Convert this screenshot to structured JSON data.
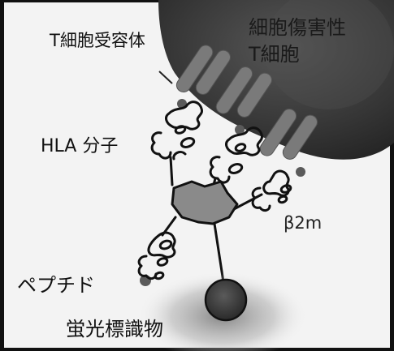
{
  "labels": {
    "tcr": "T細胞受容体",
    "ctl_line1": "細胞傷害性",
    "ctl_line2": "T細胞",
    "hla": "HLA 分子",
    "b2m": "β2m",
    "peptide": "ペプチド",
    "fluorophore": "蛍光標識物"
  },
  "colors": {
    "frame": "#111111",
    "t_cell": "#3c3c3c",
    "receptor": "#777777",
    "dot": "#5a5a5a",
    "hub": "#888888",
    "fluor_sphere": "#444444"
  }
}
